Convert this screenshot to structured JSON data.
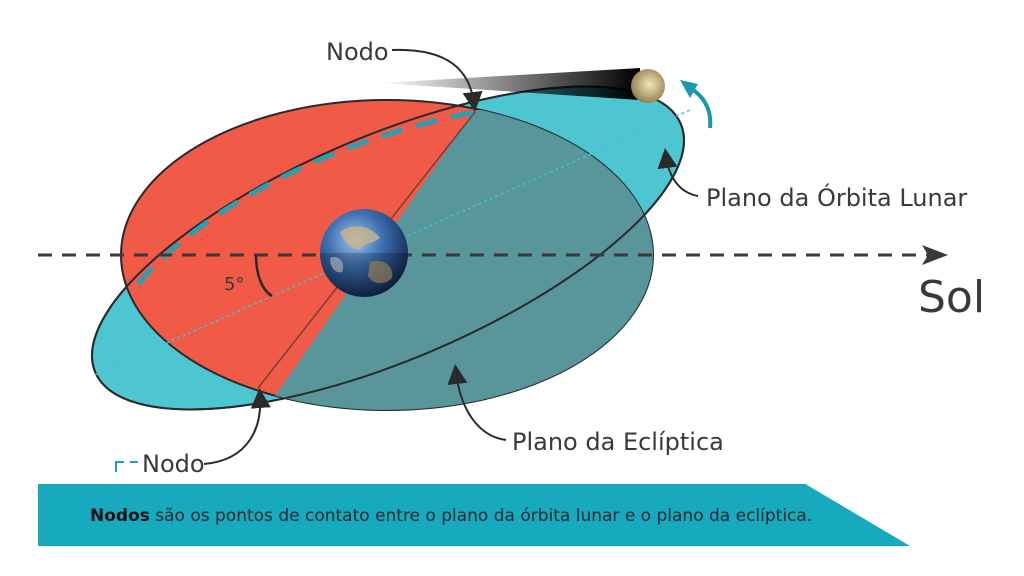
{
  "labels": {
    "node_top": "Nodo",
    "node_bottom": "Nodo",
    "lunar_plane": "Plano da Órbita Lunar",
    "ecliptic_plane": "Plano da Eclíptica",
    "sun": "Sol",
    "angle": "5°"
  },
  "caption": {
    "bold": "Nodos",
    "rest": " são os pontos de contato entre o plano da órbita lunar e o plano da eclíptica."
  },
  "colors": {
    "ecliptic": "#f05a47",
    "lunar_orbit": "#4ec6d1",
    "banner": "#17a9be",
    "outline": "#2a2a2a"
  },
  "icons": [
    "earth-icon",
    "moon-icon",
    "direction-arrow-icon"
  ]
}
